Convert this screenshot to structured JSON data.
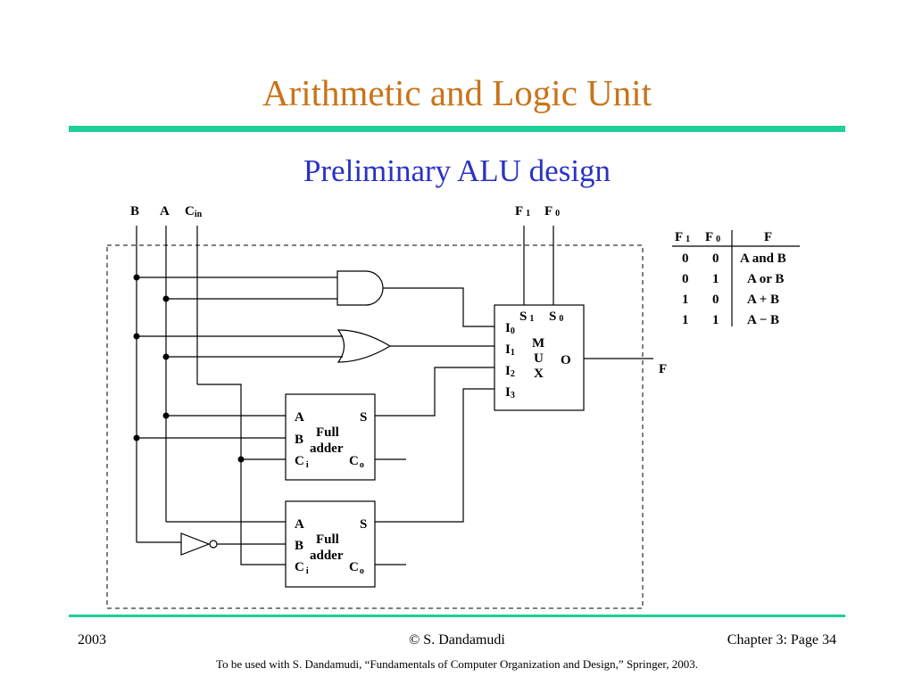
{
  "slide": {
    "title": "Arithmetic and Logic Unit",
    "subtitle": "Preliminary ALU design"
  },
  "inputs": {
    "b": "B",
    "a": "A",
    "cin_main": "C",
    "cin_sub": "in",
    "f1_main": "F",
    "f1_sub": "1",
    "f0_main": "F",
    "f0_sub": "0"
  },
  "mux": {
    "s1_main": "S",
    "s1_sub": "1",
    "s0_main": "S",
    "s0_sub": "0",
    "i0_main": "I",
    "i0_sub": "0",
    "i1_main": "I",
    "i1_sub": "1",
    "i2_main": "I",
    "i2_sub": "2",
    "i3_main": "I",
    "i3_sub": "3",
    "name_line1": "M",
    "name_line2": "U",
    "name_line3": "X",
    "out": "O"
  },
  "output_label": "F",
  "full_adder_1": {
    "a": "A",
    "b": "B",
    "c_main": "C",
    "c_sub": "i",
    "s": "S",
    "co_main": "C",
    "co_sub": "o",
    "name_line1": "Full",
    "name_line2": "adder"
  },
  "full_adder_2": {
    "a": "A",
    "b": "B",
    "c_main": "C",
    "c_sub": "i",
    "s": "S",
    "co_main": "C",
    "co_sub": "o",
    "name_line1": "Full",
    "name_line2": "adder"
  },
  "function_table": {
    "headers": [
      {
        "main": "F",
        "sub": "1"
      },
      {
        "main": "F",
        "sub": "0"
      },
      {
        "main": "F",
        "sub": ""
      }
    ],
    "rows": [
      [
        "0",
        "0",
        "A and B"
      ],
      [
        "0",
        "1",
        "A or B"
      ],
      [
        "1",
        "0",
        "A + B"
      ],
      [
        "1",
        "1",
        "A − B"
      ]
    ]
  },
  "footer": {
    "year": "2003",
    "author": "© S. Dandamudi",
    "page": "Chapter 3: Page 34",
    "credit": "To be used with S. Dandamudi, “Fundamentals of Computer Organization and Design,” Springer, 2003."
  }
}
